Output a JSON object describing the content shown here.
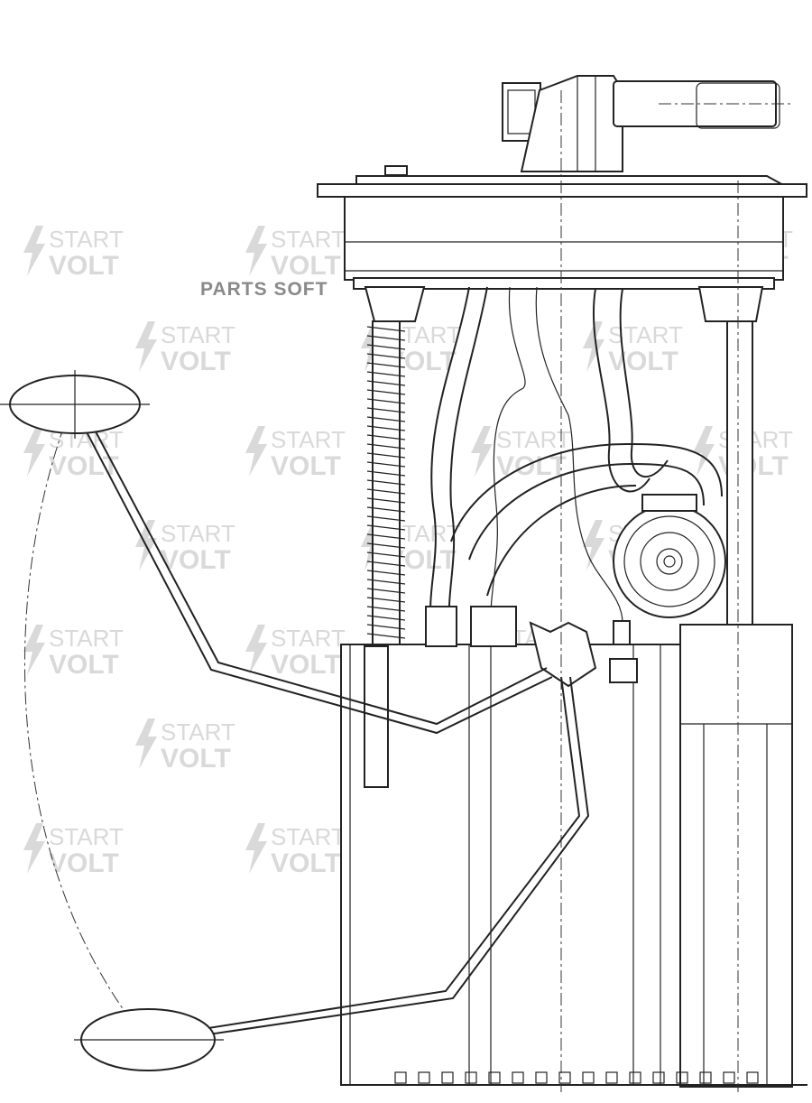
{
  "watermark": {
    "line1": "START",
    "line2": "VOLT",
    "color": "#d9d9d9"
  },
  "overlay_label": "PARTS SOFT",
  "colors": {
    "line": "#222222",
    "background": "#ffffff",
    "label": "#8a8a8a"
  }
}
